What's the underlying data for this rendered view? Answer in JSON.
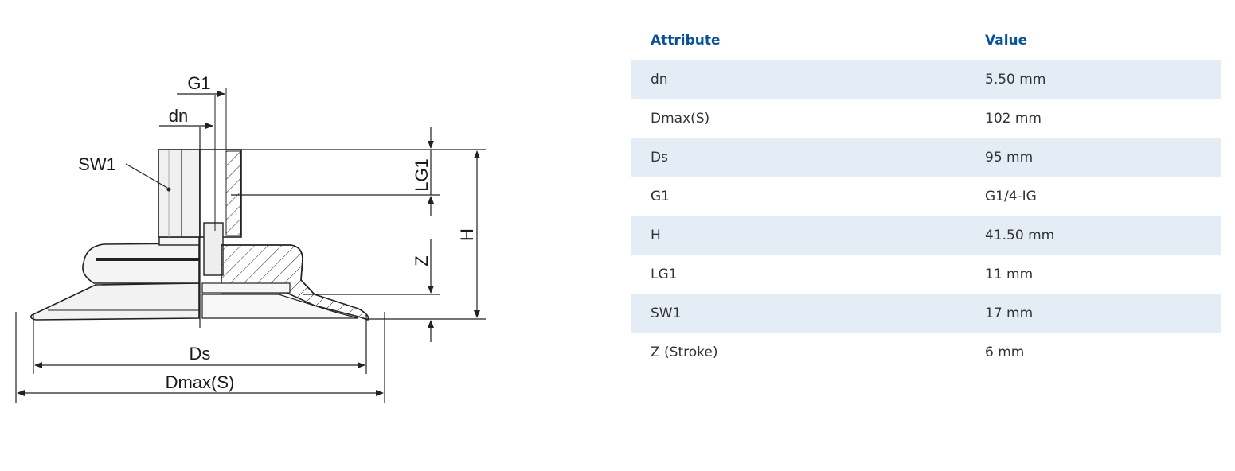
{
  "drawing": {
    "labels": {
      "g1": "G1",
      "dn": "dn",
      "sw1": "SW1",
      "lg1": "LG1",
      "h": "H",
      "z": "Z",
      "ds": "Ds",
      "dmax": "Dmax(S)"
    }
  },
  "table": {
    "header": {
      "attribute": "Attribute",
      "value": "Value"
    },
    "rows": [
      {
        "attribute": "dn",
        "value": "5.50 mm"
      },
      {
        "attribute": "Dmax(S)",
        "value": "102 mm"
      },
      {
        "attribute": "Ds",
        "value": "95 mm"
      },
      {
        "attribute": "G1",
        "value": "G1/4-IG"
      },
      {
        "attribute": "H",
        "value": "41.50 mm"
      },
      {
        "attribute": "LG1",
        "value": "11 mm"
      },
      {
        "attribute": "SW1",
        "value": "17 mm"
      },
      {
        "attribute": "Z (Stroke)",
        "value": "6 mm"
      }
    ],
    "colors": {
      "header_text": "#0a5298",
      "row_shade": "#e4ecf6",
      "cell_text": "#333333"
    }
  }
}
